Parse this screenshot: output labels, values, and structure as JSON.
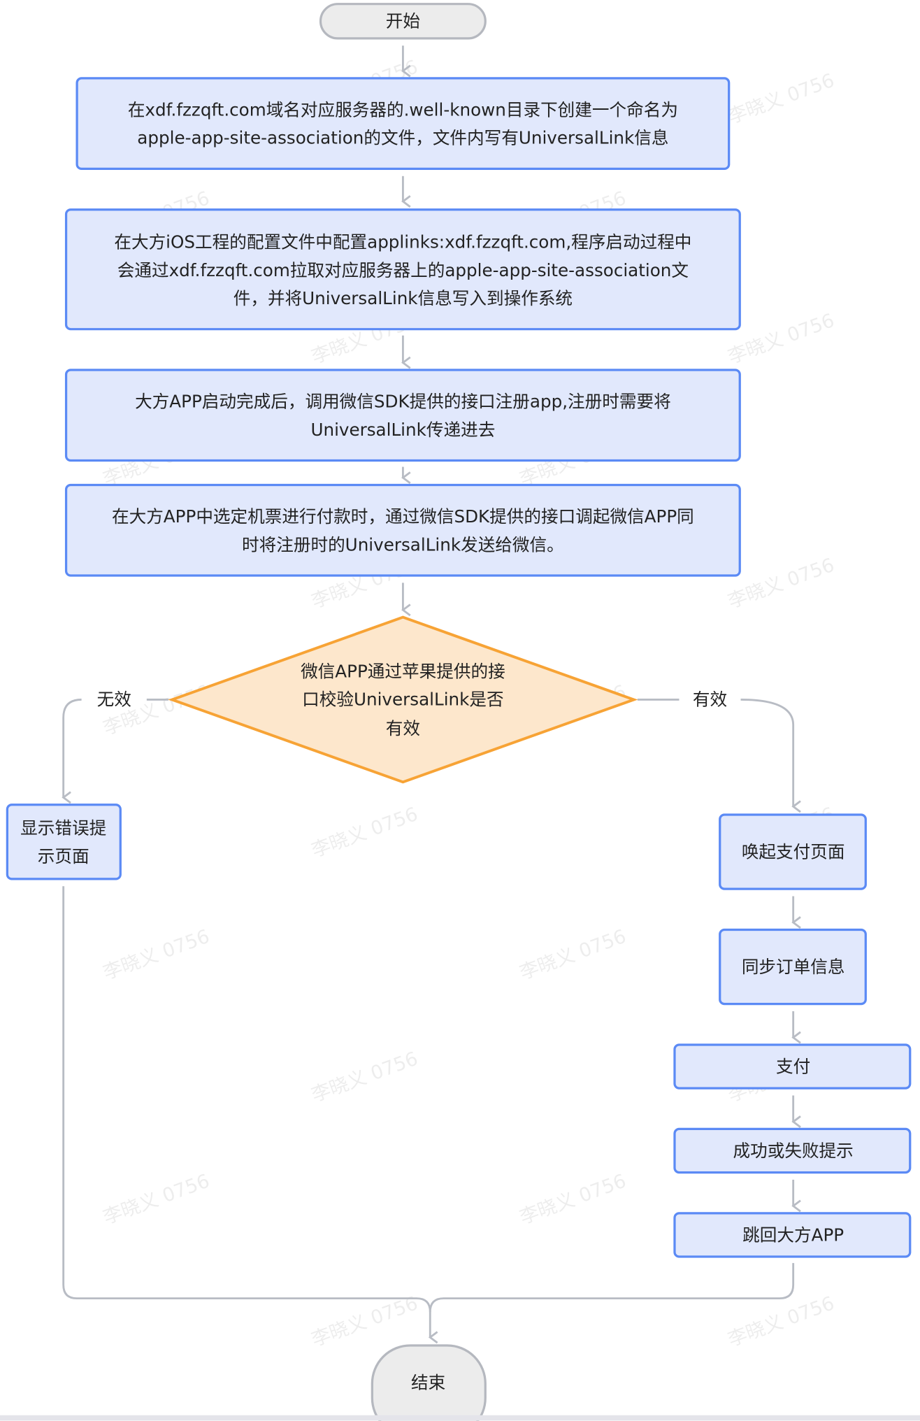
{
  "watermark": "李晓义 0756",
  "nodes": {
    "start": "开始",
    "step1": [
      "在xdf.fzzqft.com域名对应服务器的.well-known目录下创建一个命名为",
      "apple-app-site-association的文件，文件内写有UniversalLink信息"
    ],
    "step2": [
      "在大方iOS工程的配置文件中配置applinks:xdf.fzzqft.com,程序启动过程中",
      "会通过xdf.fzzqft.com拉取对应服务器上的apple-app-site-association文",
      "件，并将UniversalLink信息写入到操作系统"
    ],
    "step3": [
      "大方APP启动完成后，调用微信SDK提供的接口注册app,注册时需要将",
      "UniversalLink传递进去"
    ],
    "step4": [
      "在大方APP中选定机票进行付款时，通过微信SDK提供的接口调起微信APP同",
      "时将注册时的UniversalLink发送给微信。"
    ],
    "decision": [
      "微信APP通过苹果提供的接",
      "口校验UniversalLink是否",
      "有效"
    ],
    "invalid_label": "无效",
    "valid_label": "有效",
    "error": [
      "显示错误提",
      "示页面"
    ],
    "open_pay": "唤起支付页面",
    "sync_order": "同步订单信息",
    "pay": "支付",
    "result": "成功或失败提示",
    "back": "跳回大方APP",
    "end": "结束"
  },
  "colors": {
    "process_fill": "#e1e8fc",
    "process_stroke": "#5b8af5",
    "decision_fill": "#fde7cc",
    "decision_stroke": "#f7a335",
    "edge": "#b8bcc4"
  }
}
